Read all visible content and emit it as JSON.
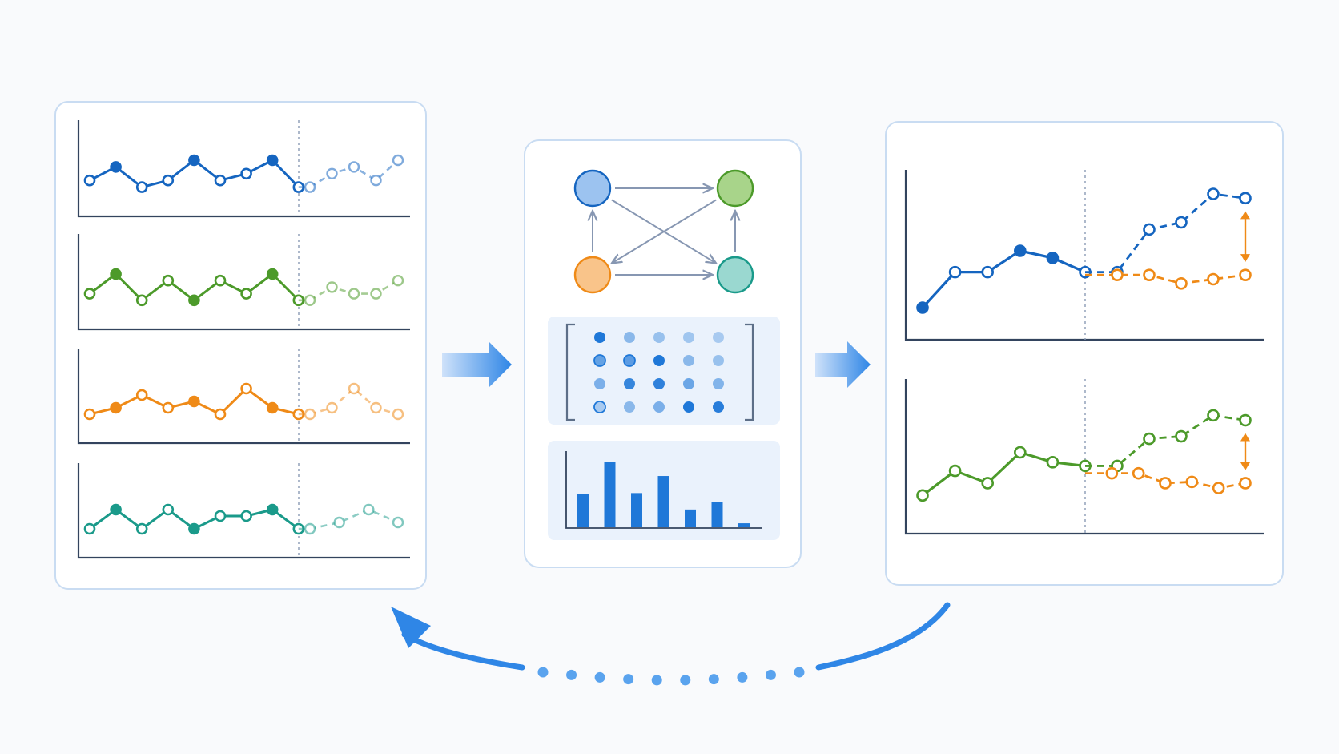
{
  "colors": {
    "background": "#f9fafc",
    "panel_border": "#c9dcf2",
    "panel_fill": "#ffffff",
    "axis": "#33445e",
    "divider": "#8a9bb5",
    "blue": "#1565c0",
    "green": "#4c9a2a",
    "orange": "#ef8a17",
    "teal": "#1a9a8a",
    "flow_arrow": "#2f86e6",
    "graph_edge": "#8797b2",
    "node_blue": "#9cc3f0",
    "node_green": "#a8d48a",
    "node_orange": "#f9c48a",
    "node_teal": "#9ad8d0",
    "matrix_bg": "#eaf2fc",
    "bar": "#1f78d8"
  },
  "input_panel": {
    "series": [
      {
        "color": "blue",
        "history": [
          3,
          5,
          2,
          3,
          6,
          3,
          4,
          6,
          2
        ],
        "forecast": [
          2,
          4,
          5,
          3,
          6
        ]
      },
      {
        "color": "green",
        "history": [
          3,
          6,
          2,
          5,
          2,
          5,
          3,
          6,
          2
        ],
        "forecast": [
          2,
          4,
          3,
          3,
          5
        ]
      },
      {
        "color": "orange",
        "history": [
          2,
          3,
          5,
          3,
          4,
          2,
          6,
          3,
          2
        ],
        "forecast": [
          2,
          3,
          6,
          3,
          2
        ]
      },
      {
        "color": "teal",
        "history": [
          2,
          5,
          2,
          5,
          2,
          4,
          4,
          5,
          2
        ],
        "forecast": [
          2,
          3,
          5,
          3
        ]
      }
    ]
  },
  "model_panel": {
    "graph": {
      "nodes": [
        {
          "id": "a",
          "fill": "node_blue",
          "stroke": "blue"
        },
        {
          "id": "b",
          "fill": "node_green",
          "stroke": "green"
        },
        {
          "id": "c",
          "fill": "node_orange",
          "stroke": "orange"
        },
        {
          "id": "d",
          "fill": "node_teal",
          "stroke": "teal"
        }
      ],
      "edges": [
        [
          "a",
          "b"
        ],
        [
          "c",
          "d"
        ],
        [
          "c",
          "a"
        ],
        [
          "d",
          "b"
        ],
        [
          "a",
          "d"
        ],
        [
          "b",
          "c"
        ]
      ]
    },
    "matrix": [
      [
        1.0,
        0.3,
        0.2,
        0.15,
        0.1
      ],
      [
        0.55,
        0.6,
        1.0,
        0.3,
        0.2
      ],
      [
        0.4,
        0.85,
        0.9,
        0.5,
        0.35
      ],
      [
        0.1,
        0.3,
        0.4,
        1.0,
        0.95
      ]
    ],
    "bars": [
      0.5,
      1.0,
      0.52,
      0.78,
      0.27,
      0.39,
      0.06
    ]
  },
  "output_panel": {
    "charts": [
      {
        "history_color": "blue",
        "history": [
          1.0,
          3.5,
          3.5,
          5.0,
          4.5,
          3.5
        ],
        "forecast_a_color": "blue",
        "forecast_a": [
          3.5,
          6.5,
          7.0,
          9.0,
          8.7
        ],
        "forecast_b_color": "orange",
        "forecast_b": [
          3.3,
          3.3,
          2.7,
          3.0,
          3.3
        ]
      },
      {
        "history_color": "green",
        "history": [
          1.5,
          3.5,
          2.5,
          5.0,
          4.2,
          3.9
        ],
        "forecast_a_color": "green",
        "forecast_a": [
          3.9,
          6.1,
          6.3,
          8.0,
          7.6
        ],
        "forecast_b_color": "orange",
        "forecast_b": [
          3.3,
          3.3,
          2.5,
          2.6,
          2.1,
          2.5
        ]
      }
    ],
    "gap_marker_color": "orange"
  },
  "feedback_loop": {
    "dots": 10
  }
}
